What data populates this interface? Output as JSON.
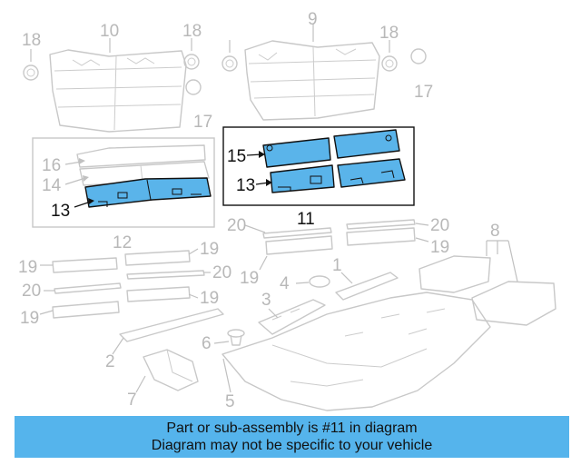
{
  "diagram": {
    "highlight_color": "#55b4ec",
    "callouts": {
      "c18a": "18",
      "c10": "10",
      "c18b": "18",
      "c9": "9",
      "c18c": "18",
      "c17a": "17",
      "c17b": "17",
      "c16": "16",
      "c14": "14",
      "c13a": "13",
      "c12": "12",
      "c15": "15",
      "c13b": "13",
      "c11": "11",
      "c20a": "20",
      "c20b": "20",
      "c19a": "19",
      "c19b": "19",
      "c8": "8",
      "c19c": "19",
      "c20c": "20",
      "c19d": "19",
      "c20d": "20",
      "c19e": "19",
      "c19f": "19",
      "c4": "4",
      "c1": "1",
      "c3": "3",
      "c6": "6",
      "c2": "2",
      "c7": "7",
      "c5": "5"
    }
  },
  "banner": {
    "line1": "Part or sub-assembly is #11 in diagram",
    "line2": "Diagram may not be specific to your vehicle"
  }
}
